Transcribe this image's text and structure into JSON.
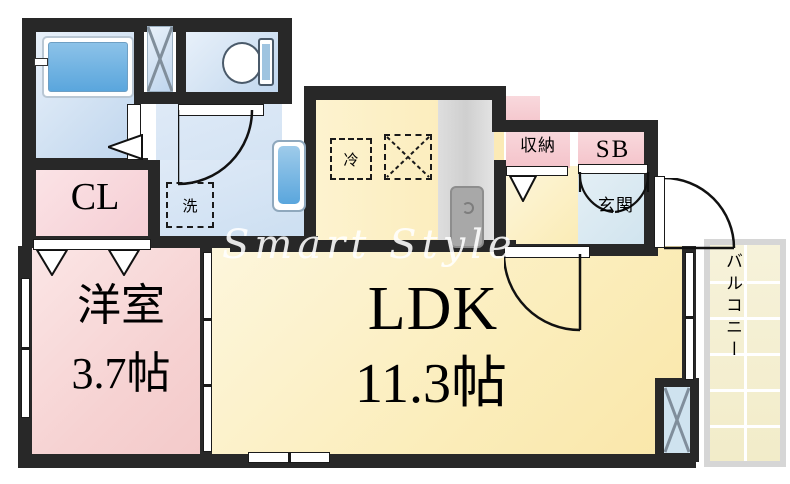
{
  "plan": {
    "type": "japanese-apartment-floor-plan",
    "watermark": "Smart Style",
    "layout_code": "1LDK"
  },
  "rooms": [
    {
      "key": "ldk",
      "name": "LDK",
      "label": "LDK",
      "size_label": "11.3帖",
      "size_jo": 11.3,
      "color": "#fbeab5"
    },
    {
      "key": "washitsu",
      "name": "western-room",
      "label": "洋室",
      "size_label": "3.7帖",
      "size_jo": 3.7,
      "color": "#f4c9c9"
    },
    {
      "key": "closet",
      "name": "closet",
      "label": "CL",
      "size_label": "",
      "size_jo": null,
      "color": "#f5cdd3"
    },
    {
      "key": "storage",
      "name": "storage",
      "label": "収納",
      "size_label": "",
      "size_jo": null,
      "color": "#f9d9dd"
    },
    {
      "key": "shoebox",
      "name": "shoe-box",
      "label": "SB",
      "size_label": "",
      "size_jo": null,
      "color": "#f9d9dd"
    },
    {
      "key": "genkan",
      "name": "entrance",
      "label": "玄関",
      "size_label": "",
      "size_jo": null,
      "color": "#cfe3ee"
    },
    {
      "key": "balcony",
      "name": "balcony",
      "label": "バルコニー",
      "size_label": "",
      "size_jo": null,
      "color": "#f2ecc9"
    }
  ],
  "fixtures": {
    "fridge_label": "冷",
    "washer_label": "洗",
    "bath_name": "bathtub",
    "toilet_name": "toilet",
    "sink_name": "kitchen-sink",
    "vanity_name": "vanity-basin",
    "washer_space_name": "washing-machine-space",
    "pipe_shaft_name": "pipe-shaft"
  },
  "labels": {
    "ldk": "LDK",
    "ldk_size": "11.3帖",
    "room": "洋室",
    "room_size": "3.7帖",
    "cl": "CL",
    "storage": "収納",
    "sb": "SB",
    "genkan": "玄関",
    "balcony": "バルコニー",
    "fridge": "冷",
    "washer": "洗",
    "watermark": "Smart Style"
  },
  "colors": {
    "wall": "#282828",
    "ldk_fill": "#fbeab5",
    "room_fill": "#f4c9c9",
    "wet_fill": "#cfe0f2",
    "balcony_fill": "#f2ecc9",
    "counter_fill": "#d6d6d6"
  }
}
